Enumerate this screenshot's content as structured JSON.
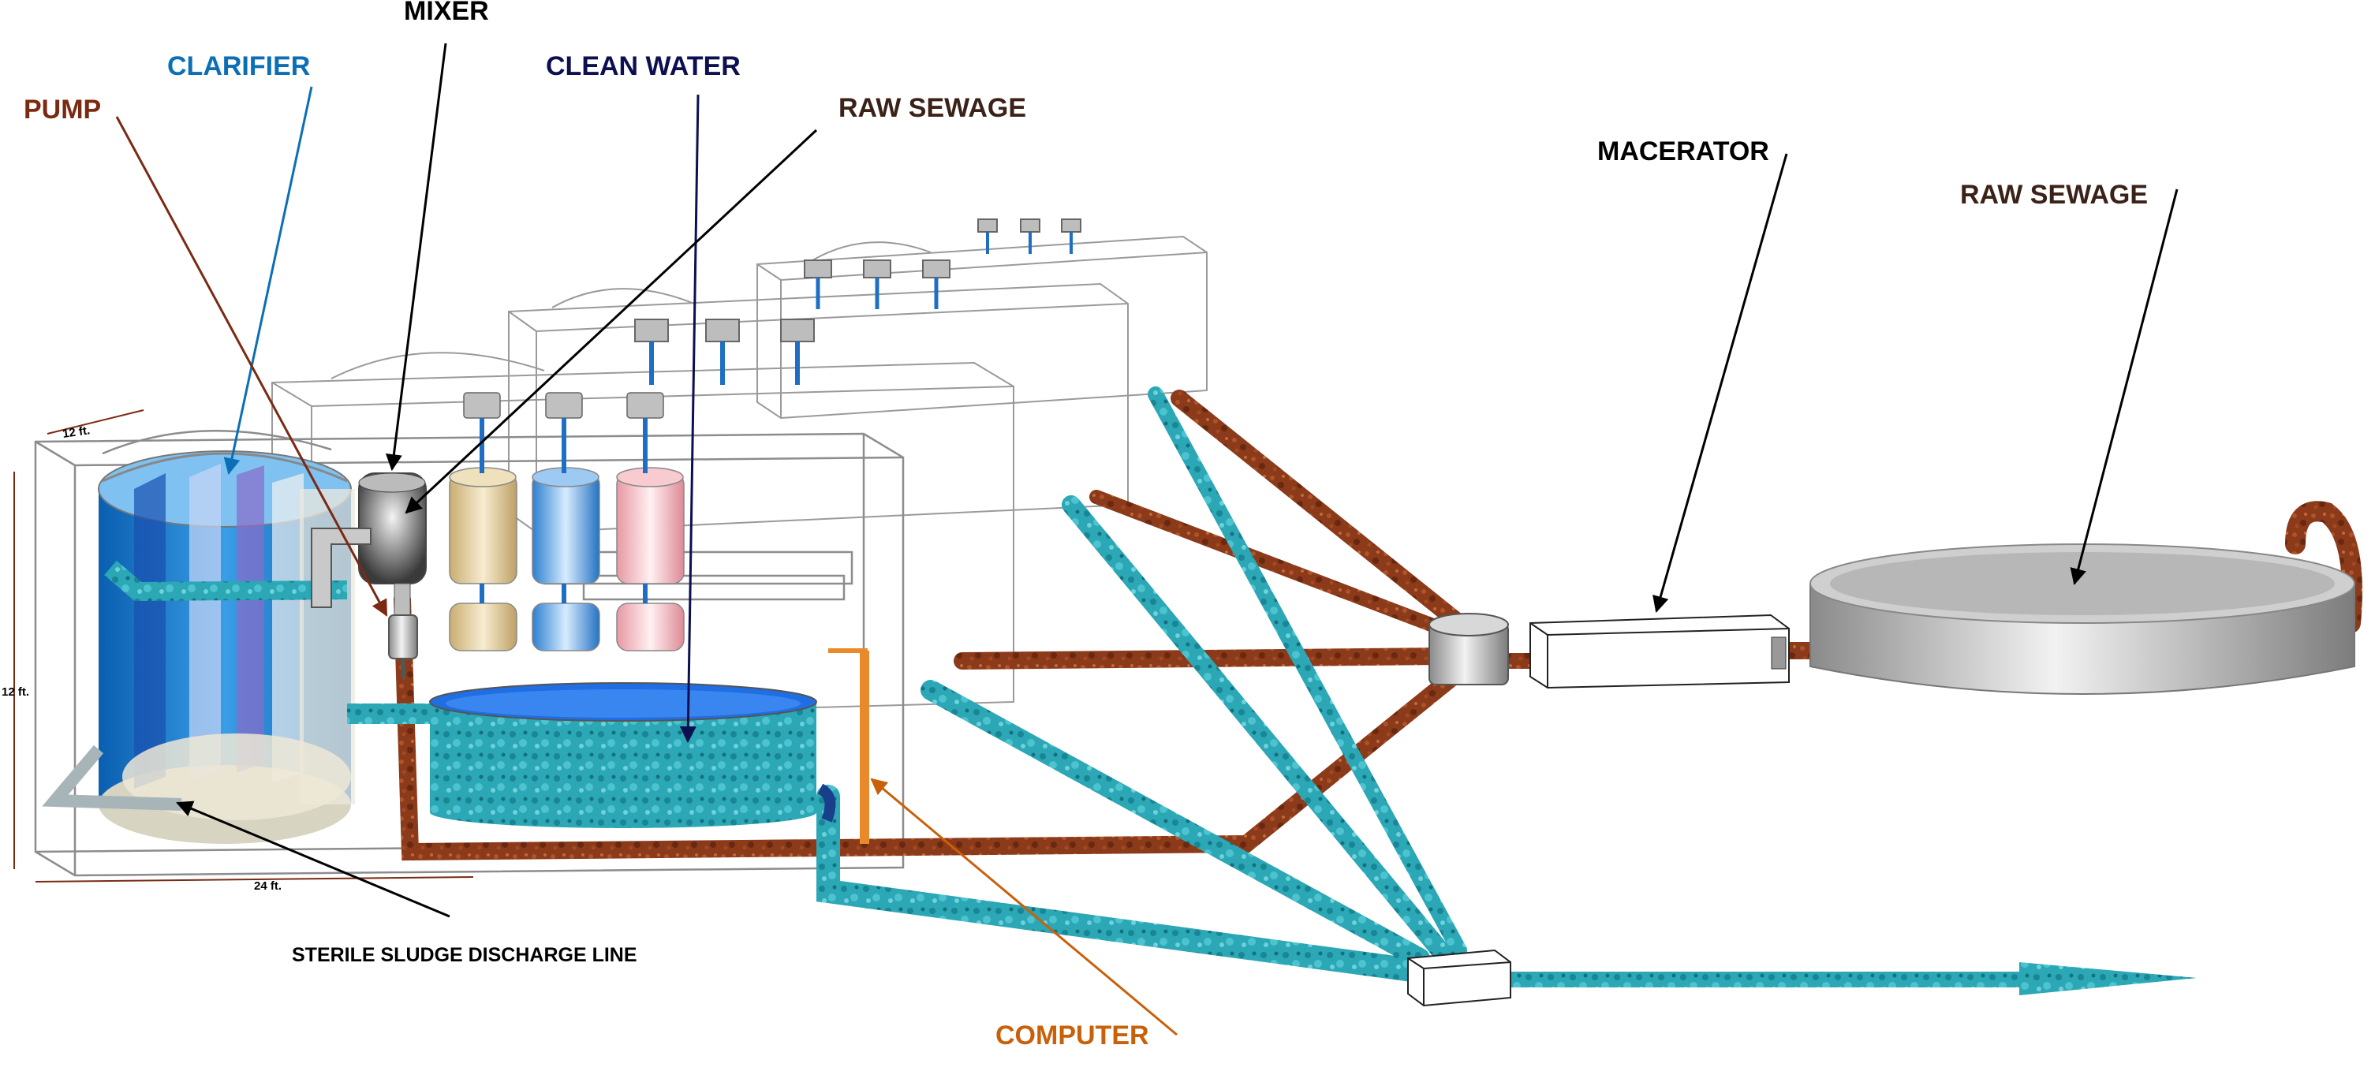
{
  "labels": {
    "mixer": "MIXER",
    "clarifier": "CLARIFIER",
    "pump": "PUMP",
    "clean_water": "CLEAN WATER",
    "raw_sewage_1": "RAW SEWAGE",
    "macerator": "MACERATOR",
    "raw_sewage_2": "RAW SEWAGE",
    "sterile_sludge": "STERILE SLUDGE DISCHARGE LINE",
    "computer": "COMPUTER"
  },
  "dimensions": {
    "width_top": "12 ft.",
    "height_side": "12 ft.",
    "length_bottom": "24 ft."
  },
  "colors": {
    "mixer": "#000000",
    "clarifier": "#0a6fb5",
    "pump": "#7a2a12",
    "clean_water": "#0d1050",
    "raw_sewage": "#3b2218",
    "macerator": "#000000",
    "computer": "#c9600a",
    "sewage_pipe": "#8b3a1a",
    "clean_pipe": "#2ba7b5"
  }
}
